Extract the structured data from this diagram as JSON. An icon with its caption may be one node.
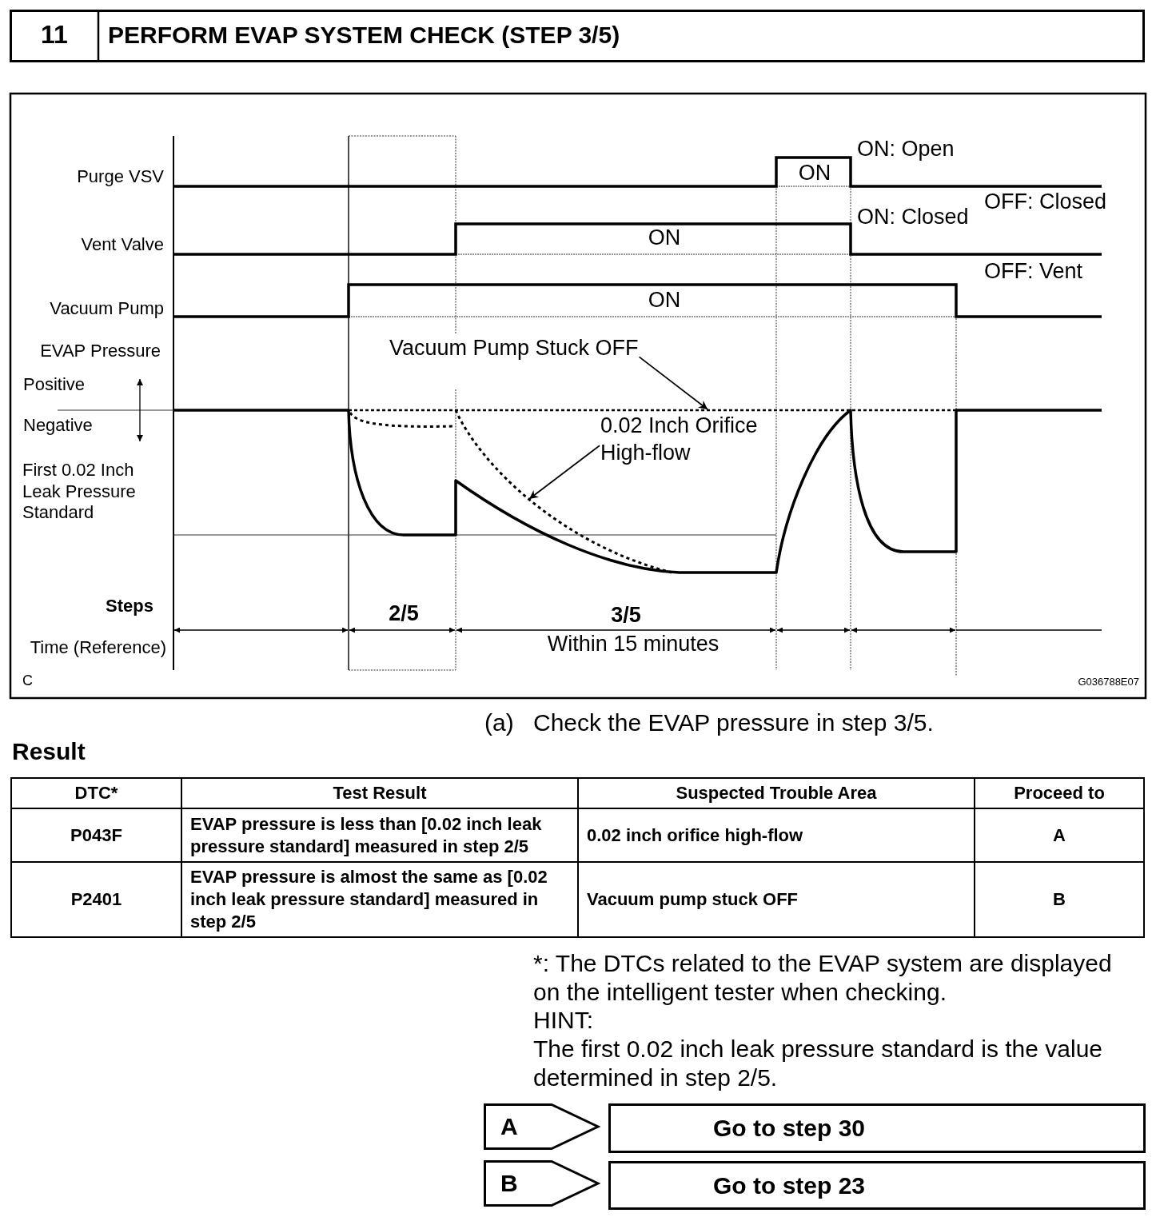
{
  "diagram": {
    "title": "PERFORM EVAP SYSTEM CHECK (STEP 3/5)",
    "nodes": [
      {
        "text": [
          "Vacuum Pump Stuck OFF"
        ]
      },
      {
        "text": [],
        "shape": "line"
      },
      {
        "text": [
          "0.02 Inch Orifice High-flow"
        ]
      },
      {
        "text": [],
        "shape": "line"
      },
      {
        "text": [
          "A"
        ]
      },
      {
        "text": [
          "Go to step 30"
        ]
      },
      {
        "text": [
          "B"
        ]
      },
      {
        "text": [
          "Go to step 23"
        ]
      }
    ],
    "edges": [
      {
        "from": 0,
        "to": 1,
        "arrow": "to"
      },
      {
        "from": 2,
        "to": 3,
        "arrow": "to"
      }
    ],
    "labels": [
      "11",
      "Purge VSV",
      "ON: Open",
      "ON",
      "OFF: Closed",
      "ON: Closed",
      "Vent Valve",
      "ON",
      "OFF: Vent",
      "Vacuum Pump",
      "ON",
      "EVAP Pressure",
      "Positive",
      "Negative",
      "First 0.02 Inch Leak Pressure Standard",
      "Steps",
      "2/5",
      "3/5",
      "Time (Reference)",
      "Within 15 minutes",
      "C",
      "G036788E07",
      "(a)",
      "Check the EVAP pressure in step 3/5.",
      "Result",
      "DTC*",
      "Test Result",
      "Suspected Trouble Area",
      "Proceed to",
      "P043F",
      "EVAP pressure is less than [0.02 inch leak pressure standard] measured in step 2/5",
      "0.02 inch orifice high-flow",
      "A",
      "P2401",
      "EVAP pressure is almost the same as [0.02 inch leak pressure standard] measured in step 2/5",
      "Vacuum pump stuck OFF",
      "B",
      "*: The DTCs related to the EVAP system are displayed on the intelligent tester when checking.",
      "HINT:",
      "The first 0.02 inch leak pressure standard is the value determined in step 2/5."
    ]
  }
}
